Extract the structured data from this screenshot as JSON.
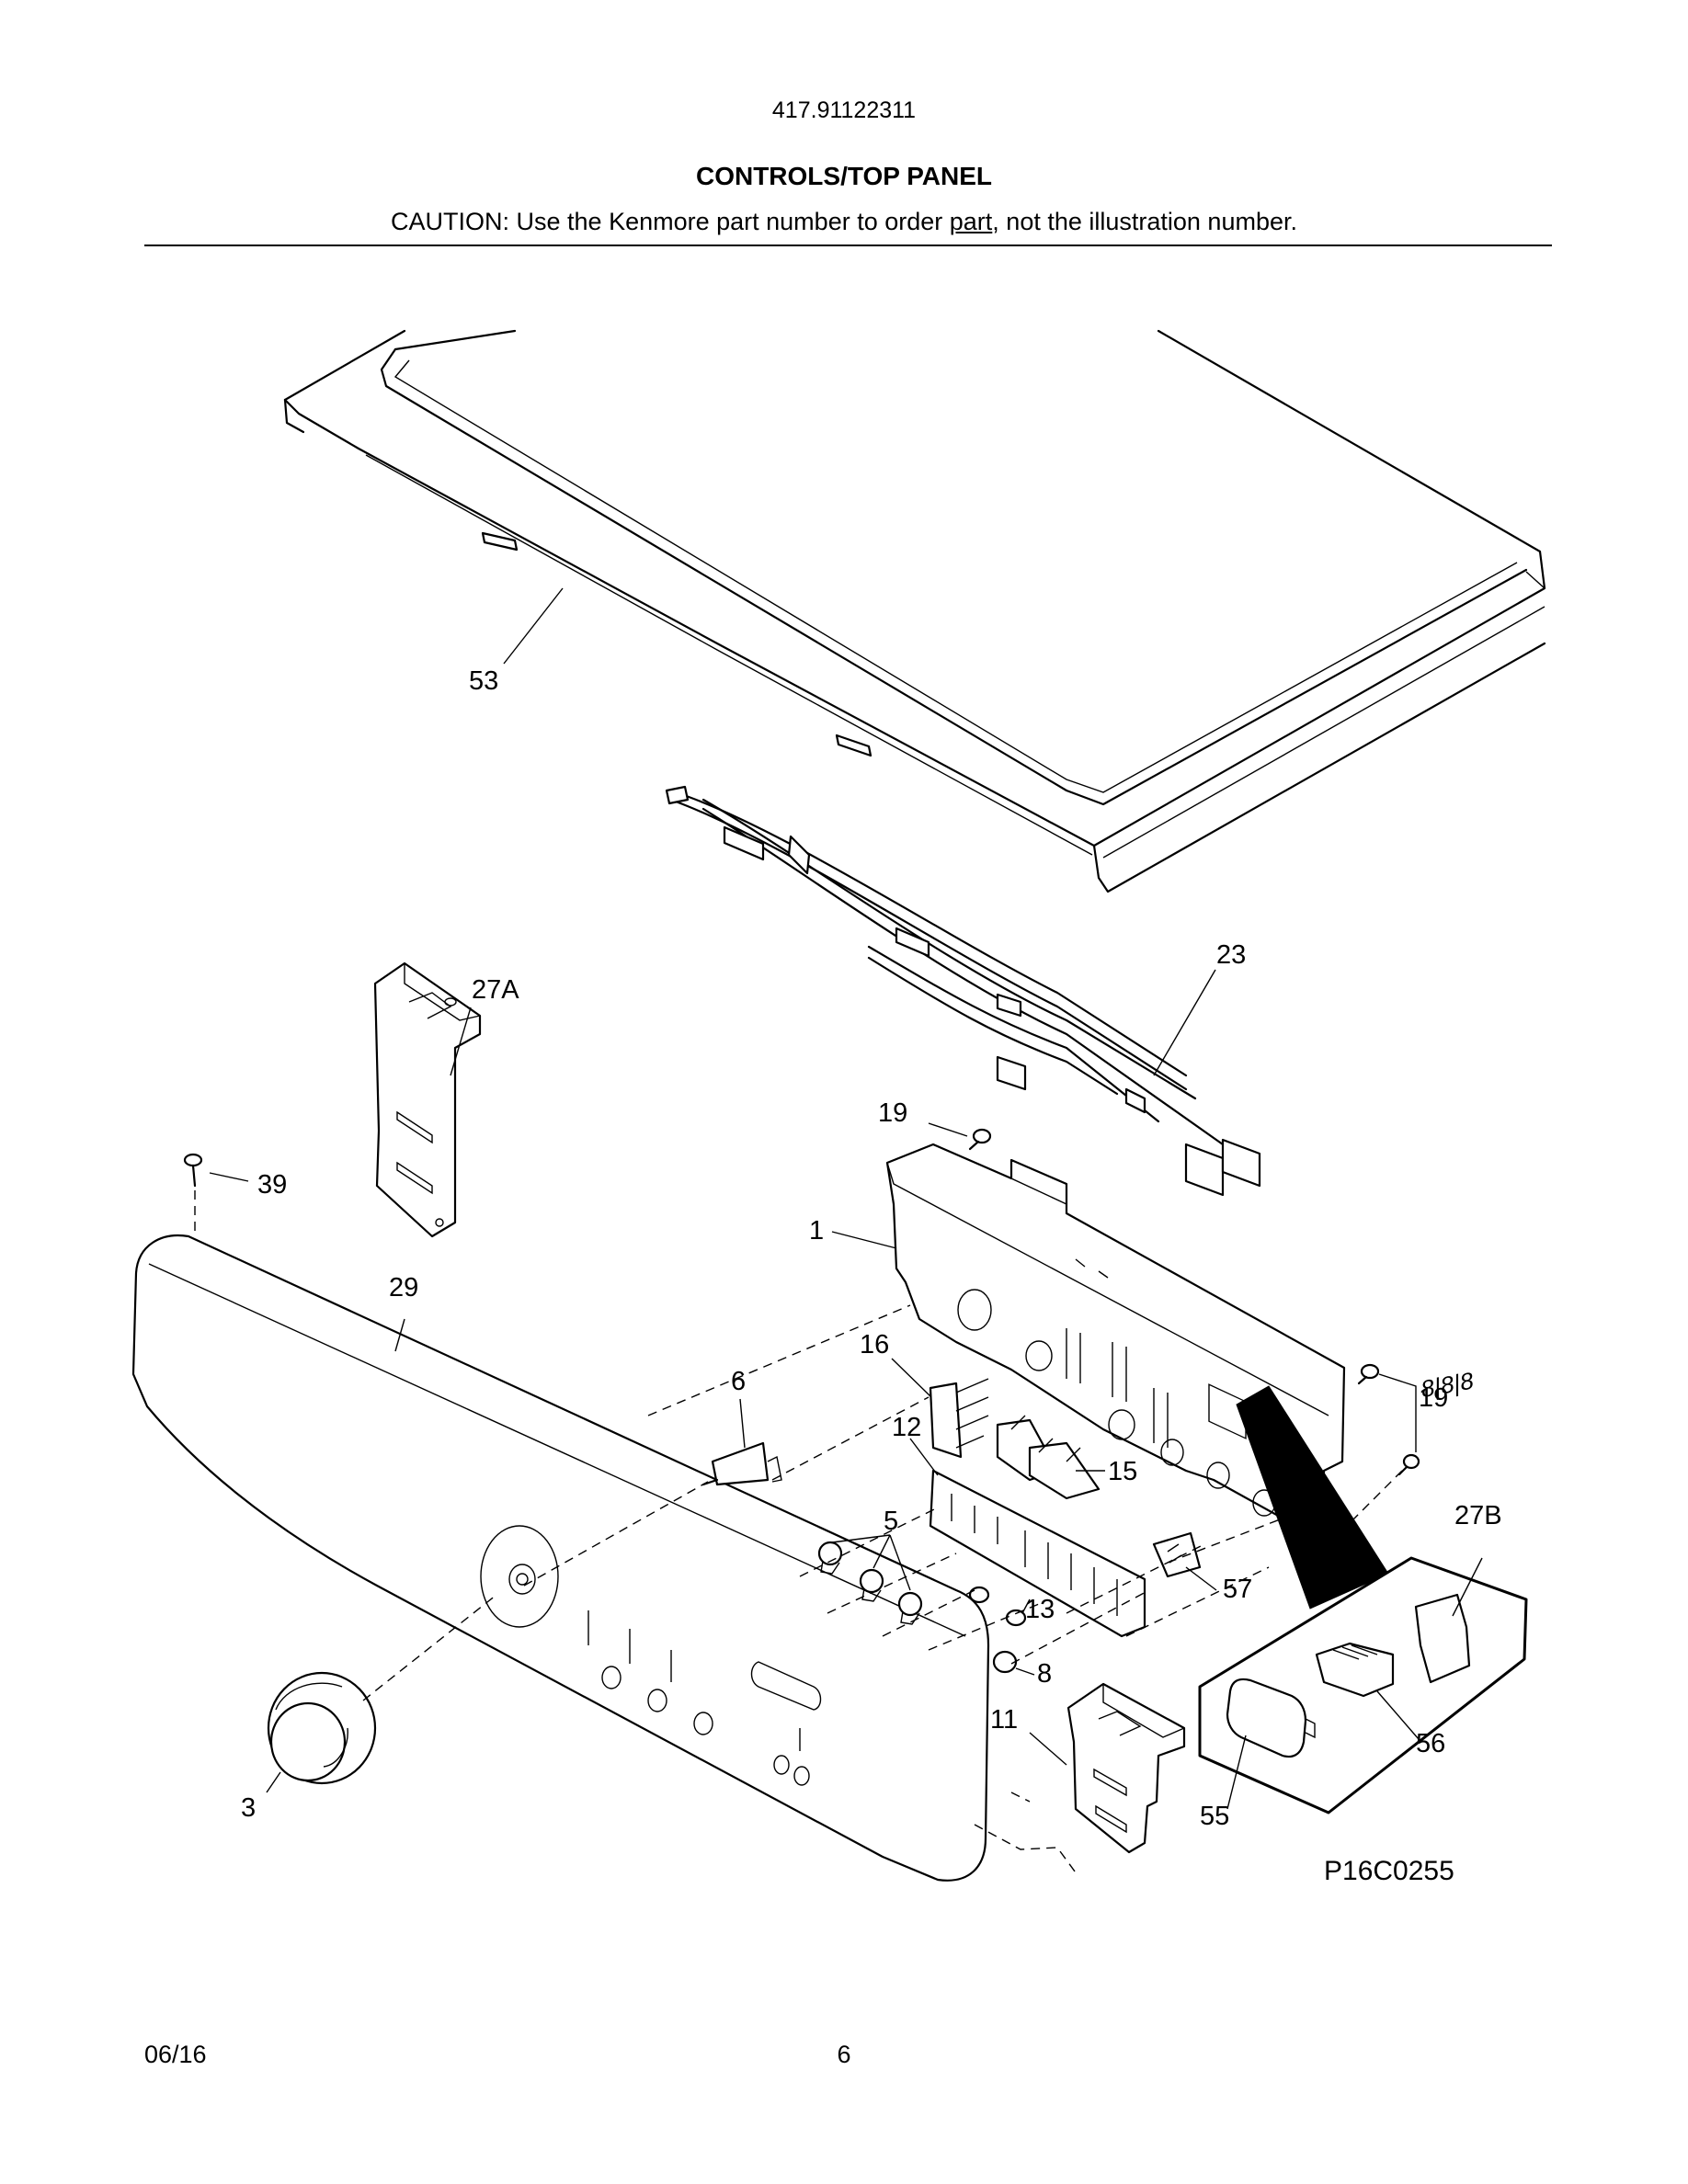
{
  "header": {
    "model_number": "417.91122311",
    "section_title": "CONTROLS/TOP PANEL",
    "caution_prefix": "CAUTION: Use the Kenmore part number to order ",
    "caution_underlined": "part",
    "caution_suffix": ", not the illustration number."
  },
  "diagram": {
    "figure_id": "P16C0255",
    "callouts": [
      "53",
      "23",
      "27A",
      "19",
      "39",
      "1",
      "29",
      "16",
      "6",
      "12",
      "19",
      "15",
      "5",
      "57",
      "13",
      "8",
      "11",
      "27B",
      "56",
      "3",
      "55"
    ]
  },
  "footer": {
    "date": "06/16",
    "page_number": "6"
  }
}
